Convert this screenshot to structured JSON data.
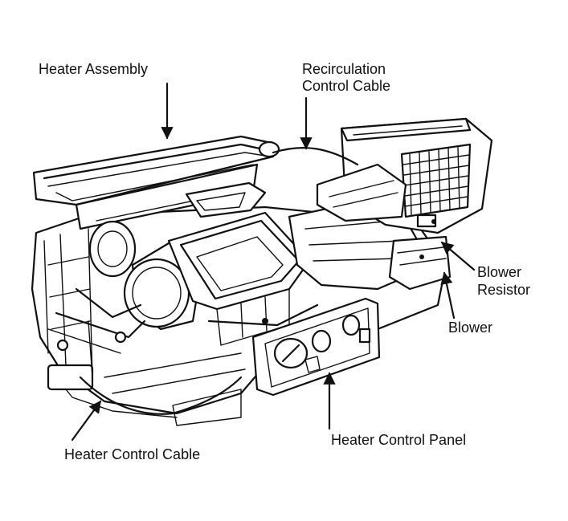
{
  "labels": {
    "heater_assembly": "Heater Assembly",
    "recirculation_line1": "Recirculation",
    "recirculation_line2": "Control Cable",
    "blower_resistor_line1": "Blower",
    "blower_resistor_line2": "Resistor",
    "blower": "Blower",
    "heater_control_panel": "Heater Control Panel",
    "heater_control_cable": "Heater Control Cable"
  },
  "colors": {
    "ink": "#111111",
    "paper": "#ffffff"
  }
}
